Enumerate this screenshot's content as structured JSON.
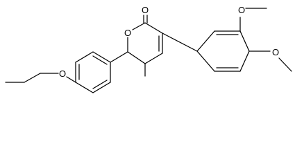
{
  "molecule": {
    "atoms": {
      "ring_oxygen": "O",
      "carbonyl_oxygen": "O",
      "ethoxy_oxygen": "O",
      "methoxy_oxygen_top": "O",
      "methoxy_oxygen_bottom": "O"
    },
    "colors": {
      "bond": "#000000",
      "label": "#000000",
      "background": "#ffffff"
    }
  }
}
